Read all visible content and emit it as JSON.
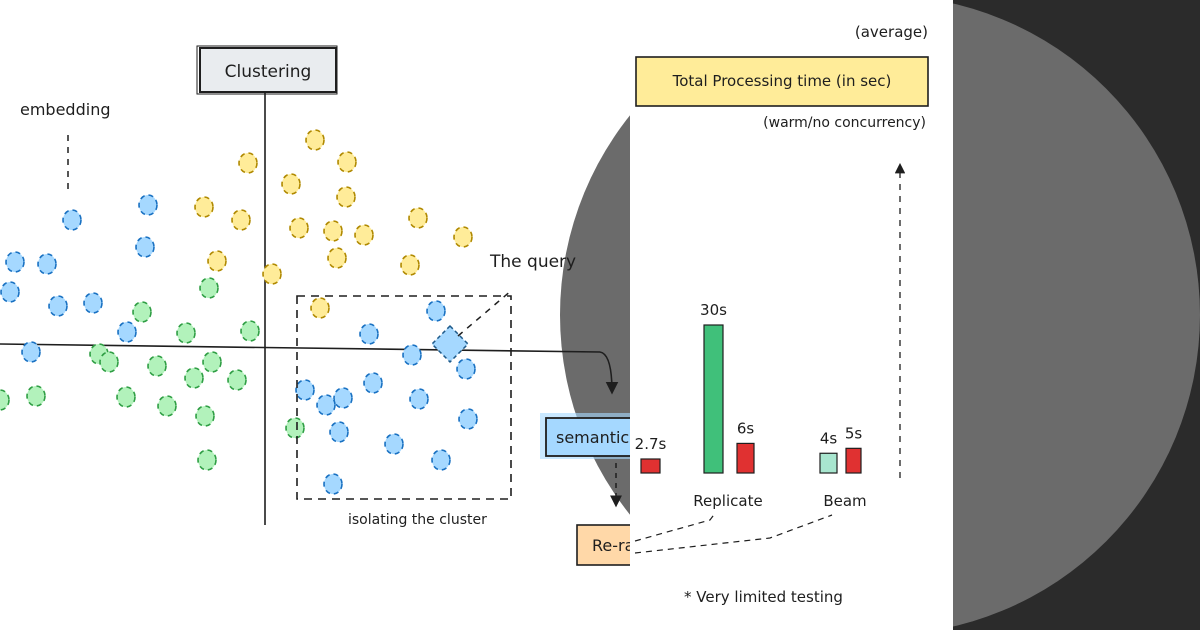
{
  "diagram": {
    "clustering_label": "Clustering",
    "embedding_label": "embedding",
    "query_label": "The query",
    "isolating_label": "isolating the cluster",
    "semantic_label": "semantic",
    "rerank_label": "Re-rank"
  },
  "panel": {
    "average_label": "(average)",
    "title": "Total Processing time (in sec)",
    "subtitle": "(warm/no concurrency)",
    "footnote": "* Very limited testing"
  },
  "chart_data": {
    "type": "bar",
    "title": "Total Processing time (in sec)",
    "groups": [
      {
        "name": "",
        "bars": [
          {
            "value": 2.7,
            "label": "2.7s",
            "color": "#e03131"
          }
        ]
      },
      {
        "name": "Replicate",
        "bars": [
          {
            "value": 30,
            "label": "30s",
            "color": "#40c07a"
          },
          {
            "value": 6,
            "label": "6s",
            "color": "#e03131"
          }
        ]
      },
      {
        "name": "Beam",
        "bars": [
          {
            "value": 4,
            "label": "4s",
            "color": "#a8e6cf"
          },
          {
            "value": 5,
            "label": "5s",
            "color": "#e03131"
          }
        ]
      }
    ]
  },
  "colors": {
    "blue_dot": "#a5d8ff",
    "yellow_dot": "#ffec99",
    "green_dot": "#b2f2bb",
    "title_box": "#ffec99",
    "rerank_box": "#ffd8a8",
    "semantic_box": "#a5d8ff",
    "dark_bg": "#2b2b2b",
    "circle": "#6b6b6b"
  }
}
